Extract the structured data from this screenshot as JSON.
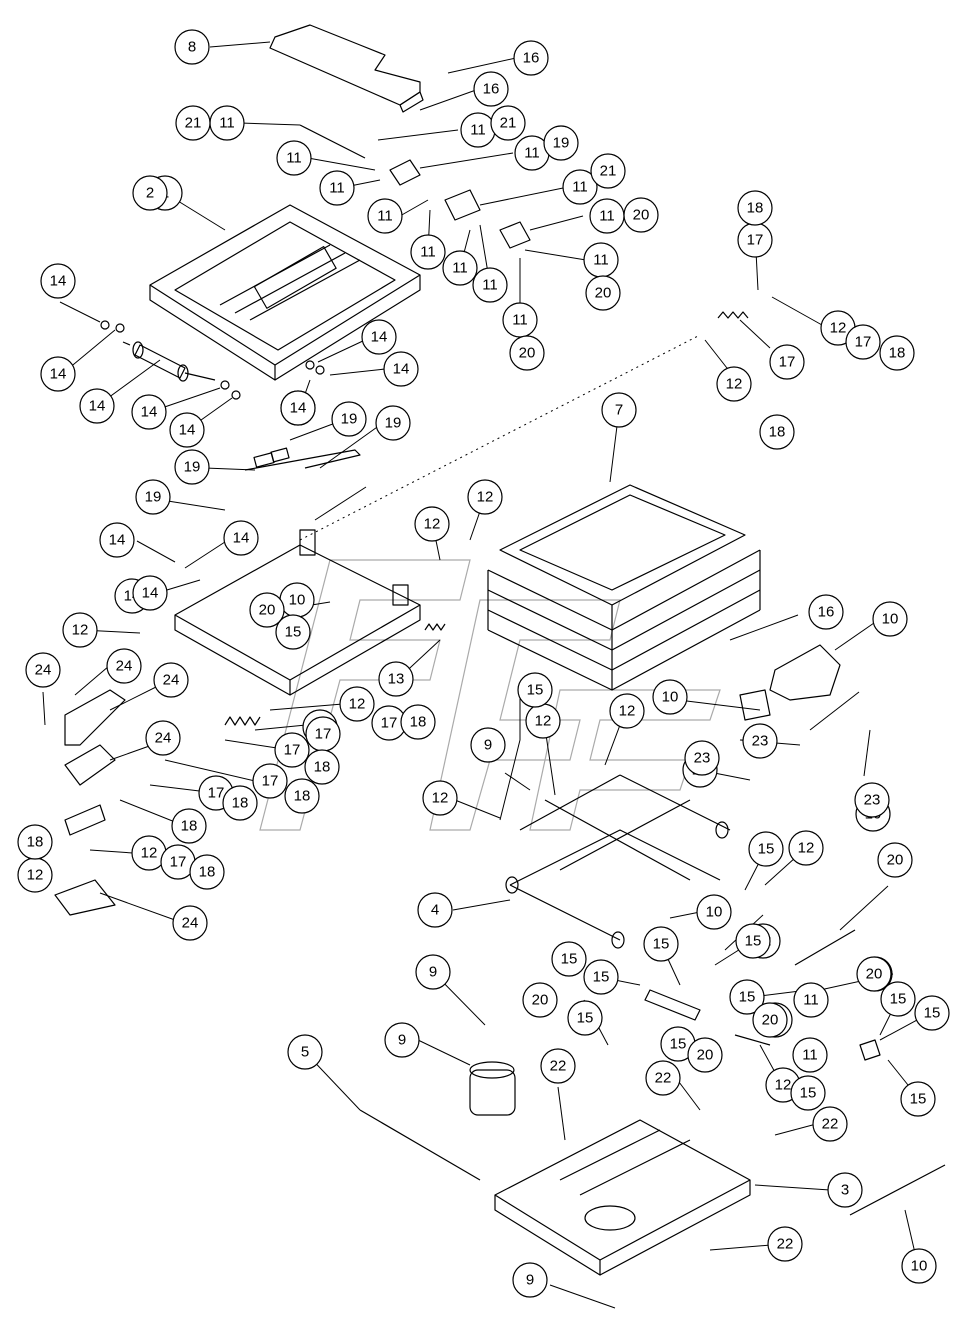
{
  "diagram": {
    "type": "exploded-parts-diagram",
    "callouts": [
      "1",
      "2",
      "3",
      "4",
      "5",
      "7",
      "8",
      "9",
      "9",
      "9",
      "9",
      "10",
      "10",
      "10",
      "10",
      "10",
      "10",
      "10",
      "11",
      "11",
      "11",
      "11",
      "11",
      "11",
      "11",
      "11",
      "11",
      "11",
      "11",
      "11",
      "11",
      "11",
      "11",
      "12",
      "12",
      "12",
      "12",
      "12",
      "12",
      "12",
      "12",
      "12",
      "12",
      "12",
      "12",
      "12",
      "12",
      "13",
      "14",
      "14",
      "14",
      "14",
      "14",
      "14",
      "14",
      "14",
      "14",
      "14",
      "14",
      "14",
      "14",
      "15",
      "15",
      "15",
      "15",
      "15",
      "15",
      "15",
      "15",
      "15",
      "15",
      "15",
      "15",
      "15",
      "15",
      "15",
      "16",
      "16",
      "16",
      "17",
      "17",
      "17",
      "17",
      "17",
      "17",
      "17",
      "17",
      "17",
      "17",
      "18",
      "18",
      "18",
      "18",
      "18",
      "18",
      "18",
      "18",
      "18",
      "18",
      "19",
      "19",
      "19",
      "19",
      "19",
      "20",
      "20",
      "20",
      "20",
      "20",
      "20",
      "20",
      "20",
      "20",
      "20",
      "21",
      "21",
      "21",
      "22",
      "22",
      "22",
      "22",
      "23",
      "23",
      "23",
      "24",
      "24",
      "24",
      "24",
      "24"
    ]
  }
}
